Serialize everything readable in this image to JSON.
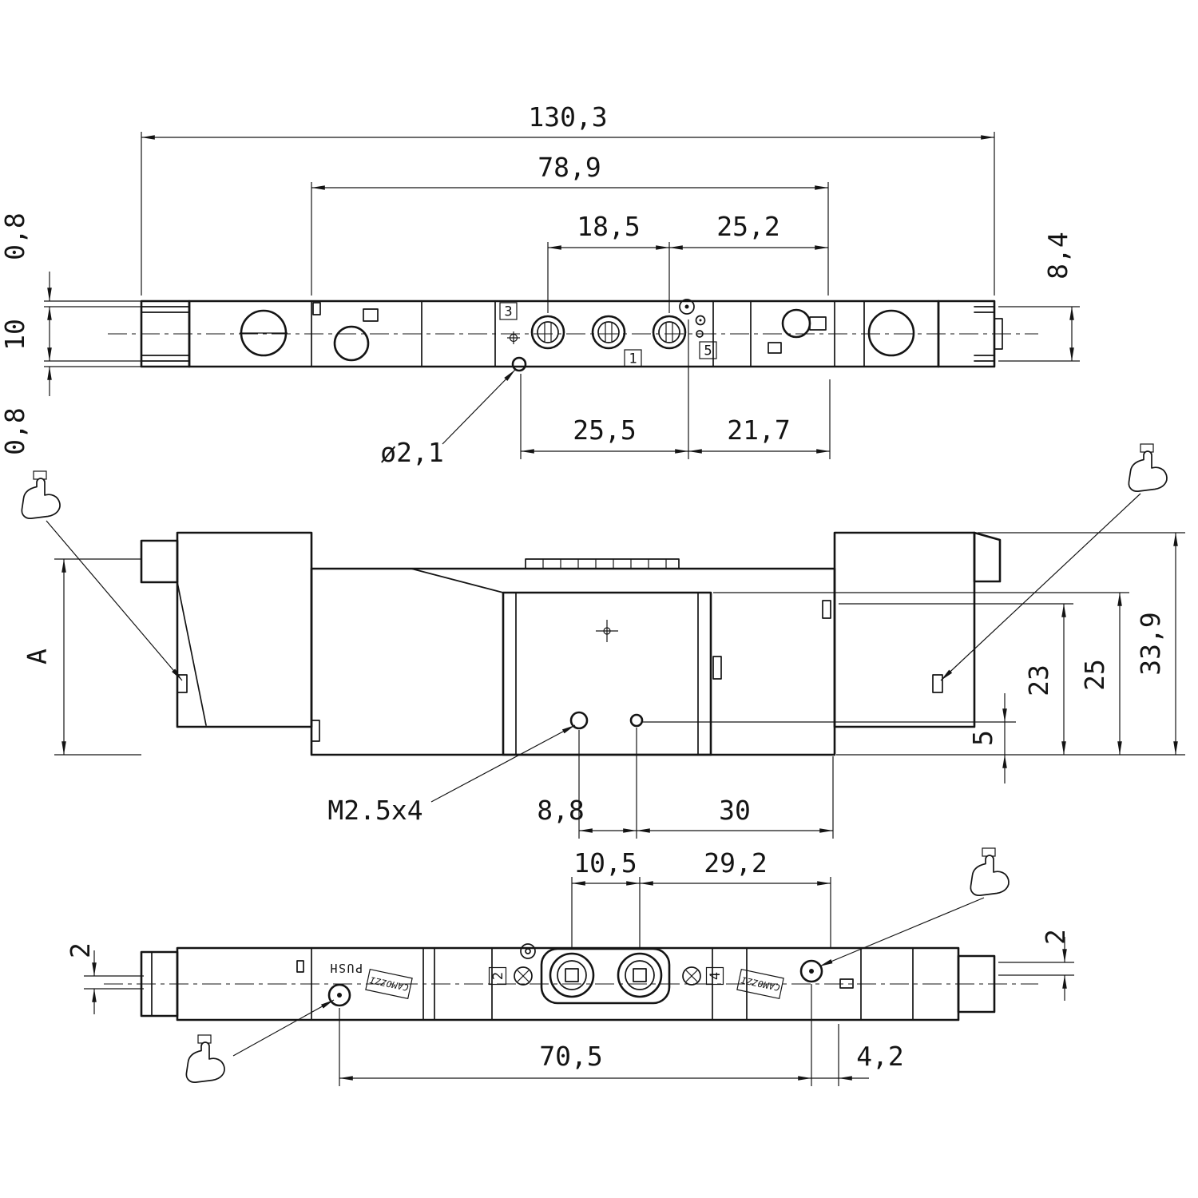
{
  "sheet": {
    "background": "#ffffff",
    "ink": "#141414"
  },
  "top_view": {
    "dims": {
      "overall_length": "130,3",
      "body_length": "78,9",
      "port_pitch": "18,5",
      "port_to_pilot": "25,2",
      "end_height": "8,4",
      "ridge_top": "0,8",
      "body_width": "10",
      "ridge_bottom": "0,8",
      "hole_diameter": "ø2,1",
      "hole_to_screw": "25,5",
      "screw_to_pilot": "21,7"
    },
    "port_labels": {
      "port3": "3",
      "port1": "1",
      "port5": "5"
    }
  },
  "front_view": {
    "dims": {
      "height_a": "A",
      "hole_height": "5",
      "h23": "23",
      "h25": "25",
      "overall_height": "33,9",
      "thread_callout": "M2.5x4",
      "hole_offset": "8,8",
      "hole_pitch": "30"
    }
  },
  "bottom_view": {
    "dims": {
      "port_pitch": "10,5",
      "port_to_screw": "29,2",
      "left_offset": "2",
      "right_offset": "2",
      "screw_span": "70,5",
      "end_offset": "4,2"
    },
    "port_labels": {
      "port2": "2",
      "port4": "4"
    },
    "labels": {
      "push": "PUSH",
      "brand_left": "CAMOZZI",
      "brand_right": "CAMOZZI"
    }
  }
}
